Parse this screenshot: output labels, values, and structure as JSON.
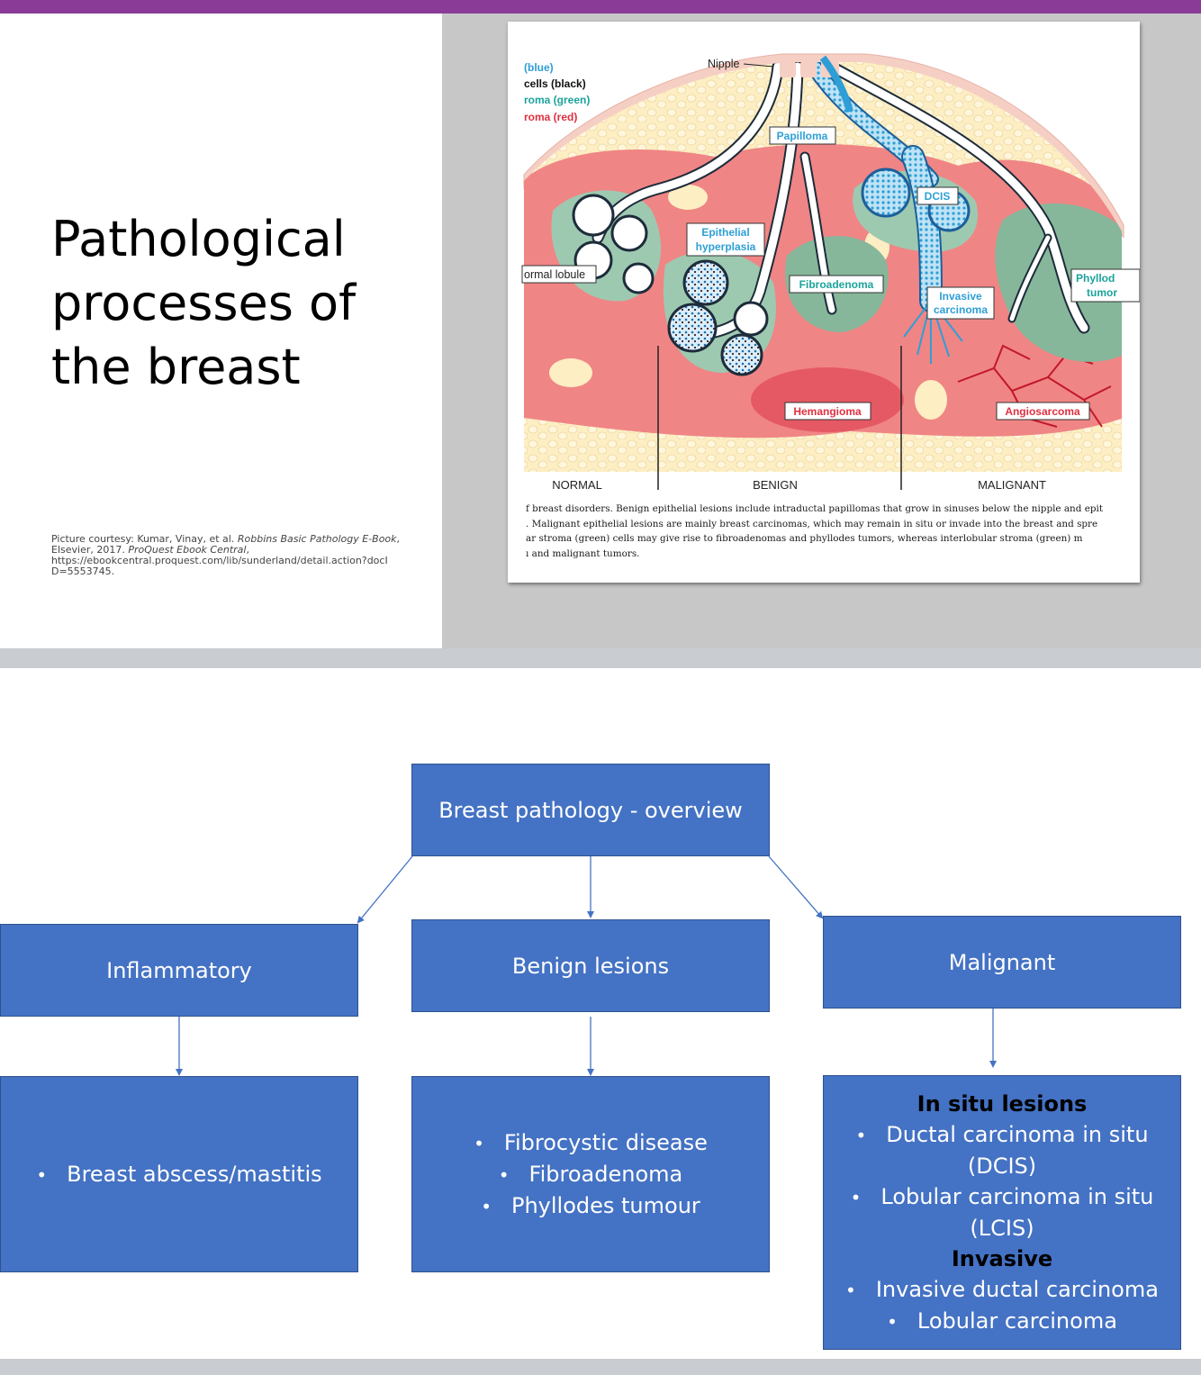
{
  "slide1": {
    "title": "Pathological processes of the breast",
    "citation": {
      "line1_prefix": "Picture courtesy: Kumar, Vinay, et al. ",
      "line1_italic": "Robbins Basic Pathology E-Book",
      "line1_suffix": ",",
      "line2_prefix": "Elsevier, 2017. ",
      "line2_italic": "ProQuest Ebook Central",
      "line2_suffix": ",",
      "line3": "https://ebookcentral.proquest.com/lib/sunderland/detail.action?docI",
      "line4": "D=5553745."
    },
    "figure": {
      "key": {
        "blue": "(blue)",
        "black": "cells (black)",
        "green": "roma (green)",
        "red": "roma (red)"
      },
      "labels": {
        "nipple": "Nipple",
        "papilloma": "Papilloma",
        "dcis": "DCIS",
        "epithelial_1": "Epithelial",
        "epithelial_2": "hyperplasia",
        "normal_lobule": "ormal lobule",
        "fibroadenoma": "Fibroadenoma",
        "invasive_1": "Invasive",
        "invasive_2": "carcinoma",
        "phyllodes_1": "Phyllod",
        "phyllodes_2": "tumor",
        "hemangioma": "Hemangioma",
        "angiosarcoma": "Angiosarcoma"
      },
      "sections": {
        "normal": "NORMAL",
        "benign": "BENIGN",
        "malignant": "MALIGNANT"
      },
      "caption": [
        "f breast disorders. Benign epithelial lesions include intraductal papillomas that grow in sinuses below the nipple and epit",
        ". Malignant epithelial lesions are mainly breast carcinomas, which may remain in situ or invade into the breast and spre",
        "ar stroma (green) cells may give rise to fibroadenomas and phyllodes tumors, whereas interlobular stroma (green) m",
        "ı and malignant tumors."
      ]
    },
    "colors": {
      "top_bar": "#8a3b98",
      "stroma_pink": "#f08585",
      "fat_cream": "#fdeec3",
      "duct_blue": "#2e9fd6",
      "stroma_green": "#86b79a",
      "label_red": "#e03040",
      "label_teal": "#1ba39c"
    }
  },
  "slide2": {
    "root": "Breast pathology - overview",
    "categories": {
      "inflammatory": "Inflammatory",
      "benign": "Benign lesions",
      "malignant": "Malignant"
    },
    "inflammatory_items": [
      "Breast abscess/mastitis"
    ],
    "benign_items": [
      "Fibrocystic disease",
      "Fibroadenoma",
      "Phyllodes tumour"
    ],
    "malignant": {
      "in_situ_heading": "In situ lesions",
      "in_situ_items": [
        {
          "line1": "Ductal carcinoma in situ",
          "line2": "(DCIS)"
        },
        {
          "line1": "Lobular carcinoma in situ",
          "line2": "(LCIS)"
        }
      ],
      "invasive_heading": "Invasive",
      "invasive_items": [
        "Invasive ductal carcinoma",
        "Lobular carcinoma"
      ]
    },
    "colors": {
      "box_fill": "#4472c4",
      "box_border": "#2f528f",
      "connector": "#4472c4"
    }
  }
}
